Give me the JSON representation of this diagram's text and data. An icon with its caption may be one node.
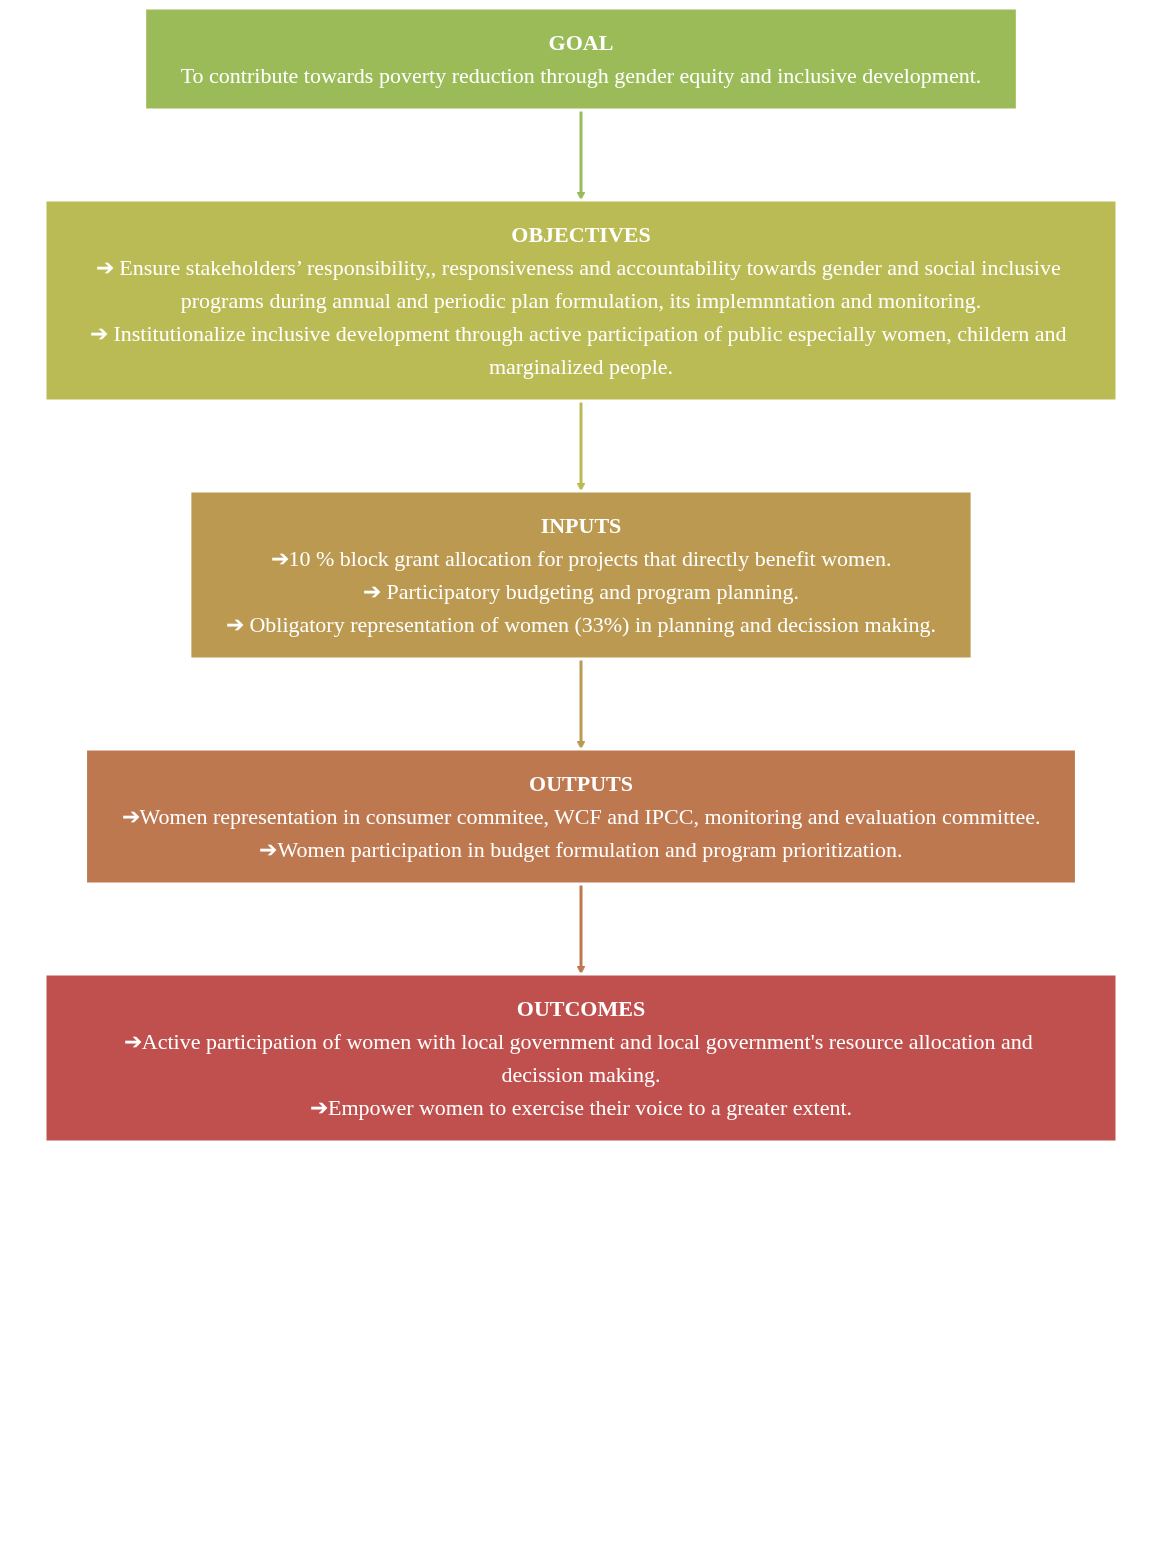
{
  "diagram": {
    "nodes": [
      {
        "text": [
          "GOAL",
          "To contribute towards poverty reduction through gender equity and inclusive development."
        ]
      },
      {
        "text": [
          "OBJECTIVES",
          "➔ Ensure stakeholders’ responsibility,, responsiveness and accountability towards gender and social inclusive programs during annual and periodic plan formulation, its implemnntation and monitoring.",
          "➔ Institutionalize inclusive development through active participation of public especially women, childern and marginalized people."
        ]
      },
      {
        "text": [
          "INPUTS",
          "➔10 % block grant allocation for projects that directly benefit women.",
          "➔ Participatory budgeting and program planning.",
          "➔ Obligatory representation of women (33%) in planning and decission making."
        ]
      },
      {
        "text": [
          "OUTPUTS",
          "➔Women representation in consumer commitee, WCF and IPCC, monitoring and evaluation committee.",
          "➔Women participation in budget formulation and program prioritization."
        ]
      },
      {
        "text": [
          "OUTCOMES",
          "➔Active participation of women with local government and local government's resource allocation and decission making.",
          "➔Empower women to exercise their voice to a greater extent."
        ]
      }
    ],
    "edges": [
      {
        "from": 0,
        "to": 1,
        "arrow": "to",
        "color": "#9bbb59"
      },
      {
        "from": 1,
        "to": 2,
        "arrow": "to",
        "color": "#bbbb55"
      },
      {
        "from": 2,
        "to": 3,
        "arrow": "to",
        "color": "#bb9950"
      },
      {
        "from": 3,
        "to": 4,
        "arrow": "to",
        "color": "#bd7850"
      }
    ]
  }
}
